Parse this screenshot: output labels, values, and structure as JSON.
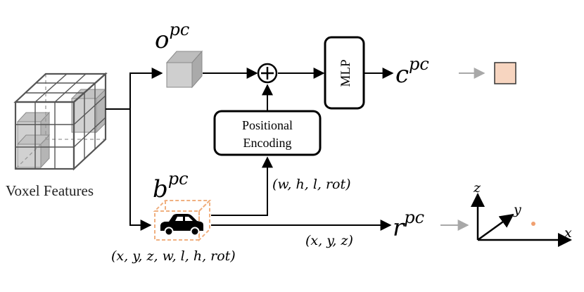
{
  "labels": {
    "voxel_features": "Voxel Features",
    "o_base": "o",
    "o_sup": "pc",
    "b_base": "b",
    "b_sup": "pc",
    "c_base": "c",
    "c_sup": "pc",
    "r_base": "r",
    "r_sup": "pc",
    "mlp": "MLP",
    "pe_line1": "Positional",
    "pe_line2": "Encoding",
    "whlrot": "(w, h, l, rot)",
    "xyz": "(x, y, z)",
    "box_params": "(x, y, z, w, l, h, rot)",
    "axis_x": "x",
    "axis_y": "y",
    "axis_z": "z"
  },
  "colors": {
    "stroke": "#000000",
    "cube_grid": "#555555",
    "gray_cube": "#c8c8c8",
    "gray_arrow": "#a8a8a8",
    "dashed_box": "#f0b080",
    "output_square": "#f7d5c0",
    "point": "#f0a070"
  },
  "icons": [
    "voxel-grid-cube-icon",
    "gray-cube-icon",
    "plus-circle-icon",
    "car-icon",
    "dashed-3d-box-icon",
    "axes-icon"
  ]
}
